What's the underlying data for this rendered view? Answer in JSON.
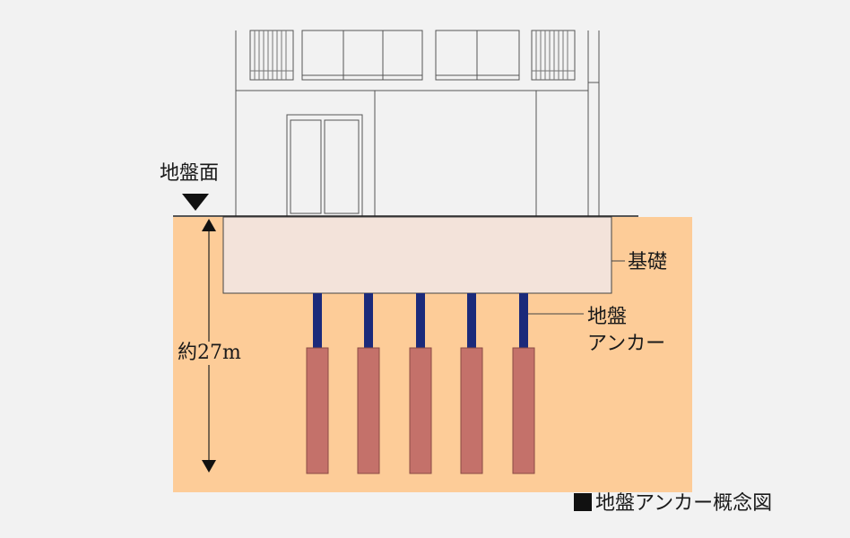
{
  "labels": {
    "ground_surface": "地盤面",
    "foundation": "基礎",
    "anchor_line1": "地盤",
    "anchor_line2": "アンカー",
    "depth": "約27m",
    "caption": "地盤アンカー概念図"
  },
  "anchors": {
    "count": 5
  },
  "colors": {
    "background": "#f2f2f2",
    "soil": "#fdcc98",
    "foundation": "#f3e3da",
    "anchor_rod": "#1b2a7a",
    "anchor_body": "#c4716a",
    "lines": "#333333"
  }
}
